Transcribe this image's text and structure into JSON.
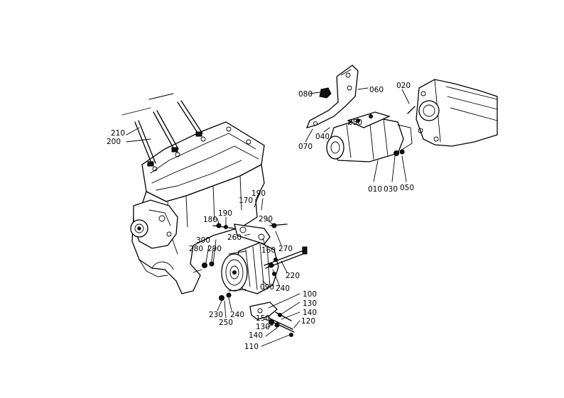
{
  "callouts": [
    {
      "id": "010",
      "text": "010"
    },
    {
      "id": "020",
      "text": "020"
    },
    {
      "id": "030",
      "text": "030"
    },
    {
      "id": "040",
      "text": "040"
    },
    {
      "id": "050",
      "text": "050"
    },
    {
      "id": "050b",
      "text": "050"
    },
    {
      "id": "060",
      "text": "060"
    },
    {
      "id": "070",
      "text": "070"
    },
    {
      "id": "080",
      "text": "080"
    },
    {
      "id": "090",
      "text": "090"
    },
    {
      "id": "100",
      "text": "100"
    },
    {
      "id": "110",
      "text": "110"
    },
    {
      "id": "120",
      "text": "120"
    },
    {
      "id": "130a",
      "text": "130"
    },
    {
      "id": "130b",
      "text": "130"
    },
    {
      "id": "140a",
      "text": "140"
    },
    {
      "id": "140b",
      "text": "140"
    },
    {
      "id": "150",
      "text": "150"
    },
    {
      "id": "160",
      "text": "160"
    },
    {
      "id": "170",
      "text": "170"
    },
    {
      "id": "180",
      "text": "180"
    },
    {
      "id": "190a",
      "text": "190"
    },
    {
      "id": "190b",
      "text": "190"
    },
    {
      "id": "200",
      "text": "200"
    },
    {
      "id": "210",
      "text": "210"
    },
    {
      "id": "220",
      "text": "220"
    },
    {
      "id": "230",
      "text": "230"
    },
    {
      "id": "240a",
      "text": "240"
    },
    {
      "id": "240b",
      "text": "240"
    },
    {
      "id": "250",
      "text": "250"
    },
    {
      "id": "260",
      "text": "260"
    },
    {
      "id": "270",
      "text": "270"
    },
    {
      "id": "280",
      "text": "280"
    },
    {
      "id": "290a",
      "text": "290"
    },
    {
      "id": "290b",
      "text": "290"
    },
    {
      "id": "300",
      "text": "300"
    }
  ]
}
